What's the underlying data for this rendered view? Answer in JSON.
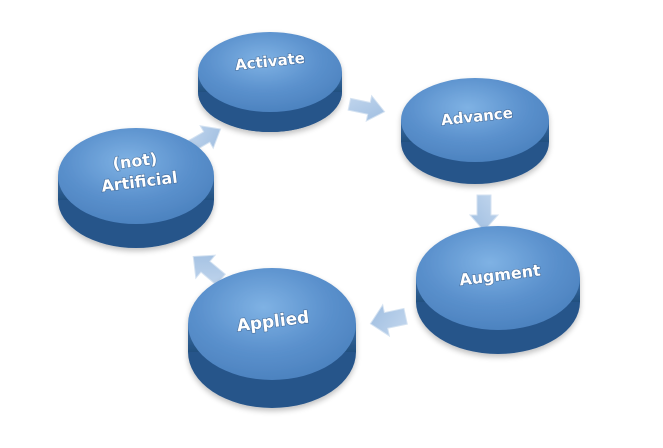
{
  "diagram": {
    "nodes": [
      {
        "id": "activate",
        "label": "Activate"
      },
      {
        "id": "advance",
        "label": "Advance"
      },
      {
        "id": "augment",
        "label": "Augment"
      },
      {
        "id": "applied",
        "label": "Applied"
      },
      {
        "id": "not-artificial",
        "label_line1": "(not)",
        "label_line2": "Artificial"
      }
    ],
    "colors": {
      "disk_top": "#5a90cc",
      "disk_top_light": "#78aee2",
      "disk_side": "#3466a0",
      "disk_side_dark": "#234f82",
      "arrow": "#a8c4e2",
      "arrow_edge": "#c6d9ee",
      "label": "#ffffff"
    }
  }
}
